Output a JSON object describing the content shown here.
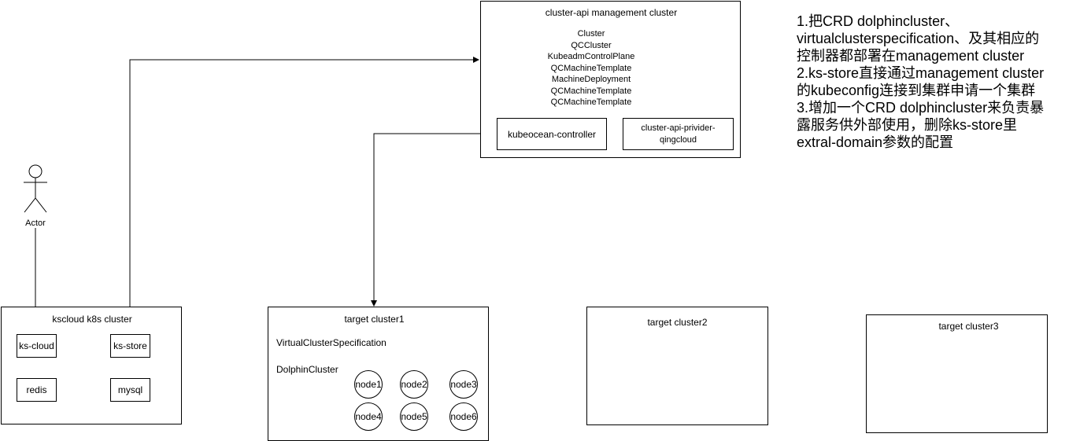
{
  "management_cluster": {
    "title": "cluster-api management cluster",
    "resources": [
      "Cluster",
      "QCCluster",
      "KubeadmControlPlane",
      "QCMachineTemplate",
      "MachineDeployment",
      "QCMachineTemplate",
      "QCMachineTemplate"
    ],
    "controller": "kubeocean-controller",
    "provider_line1": "cluster-api-privider-",
    "provider_line2": "qingcloud"
  },
  "actor": {
    "label": "Actor"
  },
  "kscloud_cluster": {
    "title": "kscloud k8s cluster",
    "ks_cloud": "ks-cloud",
    "ks_store": "ks-store",
    "redis": "redis",
    "mysql": "mysql"
  },
  "target_cluster1": {
    "title": "target cluster1",
    "spec": "VirtualClusterSpecification",
    "dolphin": "DolphinCluster",
    "nodes": [
      "node1",
      "node2",
      "node3",
      "node4",
      "node5",
      "node6"
    ]
  },
  "target_cluster2": {
    "title": "target cluster2"
  },
  "target_cluster3": {
    "title": "target cluster3"
  },
  "notes": [
    "1.把CRD dolphincluster、",
    "virtualclusterspecification、及其相应的",
    "控制器都部署在management cluster",
    "2.ks-store直接通过management cluster",
    "的kubeconfig连接到集群申请一个集群",
    "3.增加一个CRD dolphincluster来负责暴",
    "露服务供外部使用，删除ks-store里",
    "extral-domain参数的配置"
  ]
}
